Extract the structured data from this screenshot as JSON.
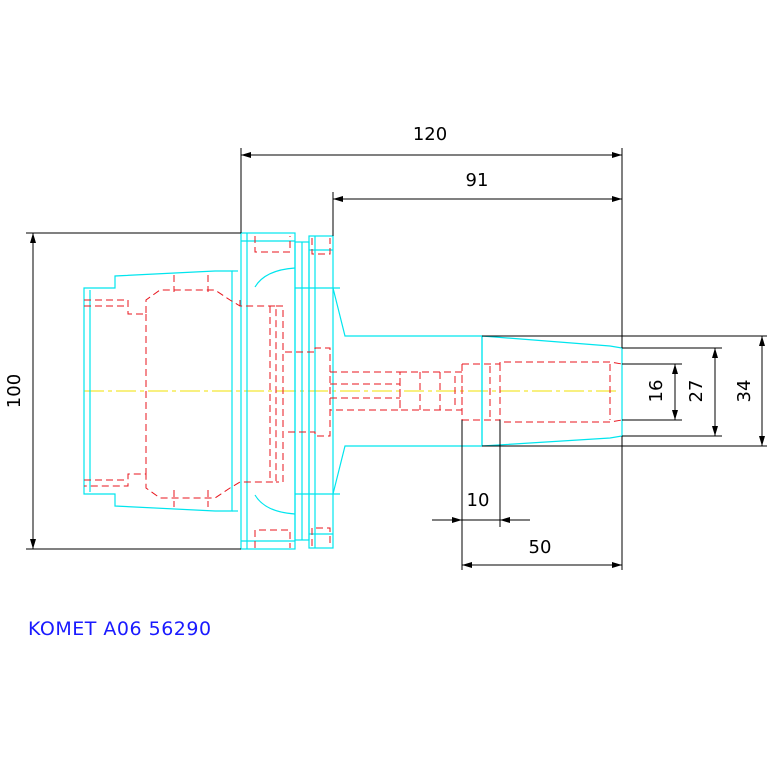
{
  "title": "KOMET A06 56290",
  "dimensions": {
    "total_length": "120",
    "shank_to_face": "91",
    "flange_diameter": "100",
    "dia_small": "16",
    "dia_mid": "27",
    "dia_large": "34",
    "step_length": "10",
    "nose_length": "50"
  },
  "colors": {
    "outline": "#00e5ee",
    "hidden": "#e8141c",
    "centerline": "#f0e000",
    "dimension": "#000000",
    "caption": "#1a1aff"
  }
}
